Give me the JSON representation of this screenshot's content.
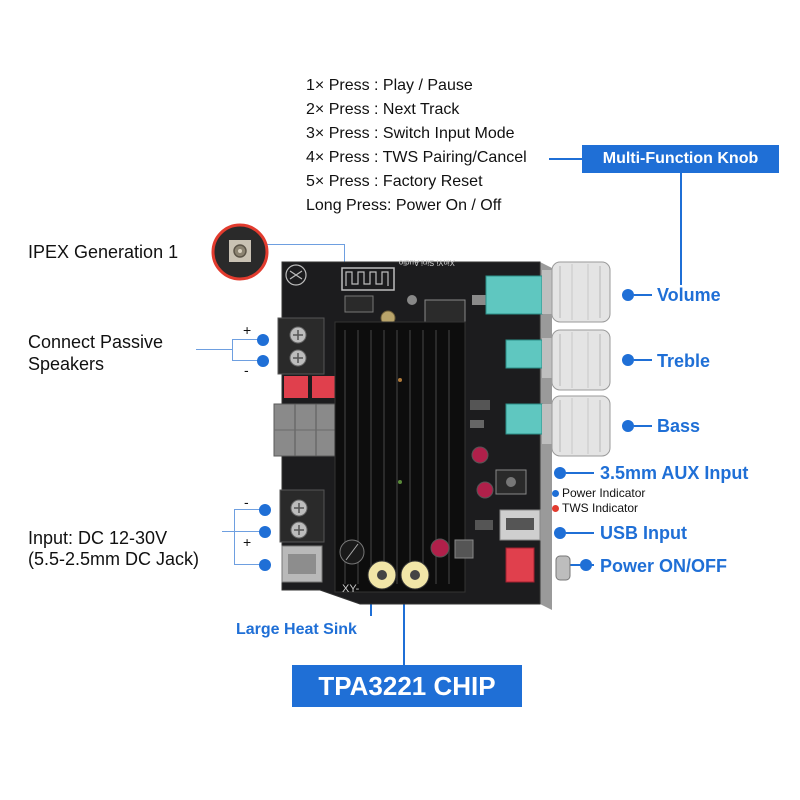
{
  "press_actions": [
    "1× Press : Play / Pause",
    "2× Press : Next Track",
    "3× Press : Switch Input Mode",
    "4× Press : TWS Pairing/Cancel",
    "5× Press : Factory Reset",
    "Long Press: Power On / Off"
  ],
  "multi_function_knob": "Multi-Function Knob",
  "ipex_label": "IPEX Generation 1",
  "speakers_label": "Connect Passive Speakers",
  "speakers_plus": "+",
  "speakers_minus": "-",
  "input_label_line1": "Input: DC 12-30V",
  "input_label_line2": "(5.5-2.5mm DC Jack)",
  "input_minus": "-",
  "input_plus": "+",
  "right_labels": {
    "volume": "Volume",
    "treble": "Treble",
    "bass": "Bass",
    "aux": "3.5mm AUX Input",
    "usb": "USB Input",
    "power": "Power ON/OFF"
  },
  "indicators": {
    "power": "Power Indicator",
    "tws": "TWS Indicator"
  },
  "heat_sink_label": "Large Heat Sink",
  "chip_label": "TPA3221 CHIP",
  "board_silkscreen": "XinYi Sini Audio",
  "colors": {
    "accent_blue": "#1f6fd6",
    "board": "#1c1c1e",
    "heatsink": "#0d0d0d",
    "tws_red": "#e23b2e"
  }
}
